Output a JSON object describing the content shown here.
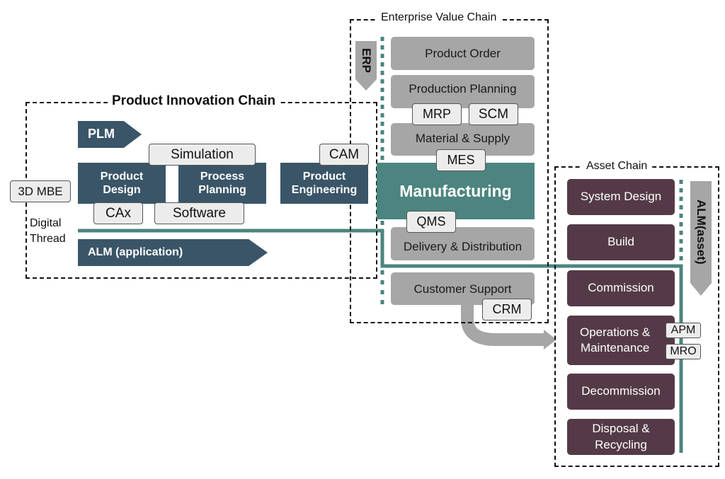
{
  "colors": {
    "navy": "#3a5568",
    "teal": "#4c847f",
    "gray": "#a6a6a6",
    "plum": "#543a47",
    "tag": "#ececec"
  },
  "product_innovation_chain": {
    "title": "Product Innovation Chain",
    "plm_label": "PLM",
    "alm_application_label": "ALM (application)",
    "boxes": {
      "product_design": "Product\nDesign",
      "process_planning": "Process\nPlanning",
      "product_engineering": "Product\nEngineering"
    },
    "tags": {
      "simulation": "Simulation",
      "cam": "CAM",
      "cax": "CAx",
      "software": "Software",
      "mbe": "3D MBE"
    },
    "digital_thread_label": "Digital\nThread"
  },
  "enterprise_value_chain": {
    "title": "Enterprise Value Chain",
    "erp_label": "ERP",
    "steps": [
      {
        "label": "Product Order"
      },
      {
        "label": "Production Planning"
      },
      {
        "label": "Material & Supply"
      },
      {
        "label": "Manufacturing"
      },
      {
        "label": "Delivery & Distribution"
      },
      {
        "label": "Customer Support"
      }
    ],
    "tags": {
      "mrp": "MRP",
      "scm": "SCM",
      "mes": "MES",
      "qms": "QMS",
      "crm": "CRM"
    }
  },
  "asset_chain": {
    "title": "Asset Chain",
    "alm_asset_label": "ALM(asset)",
    "steps": [
      {
        "label": "System Design"
      },
      {
        "label": "Build"
      },
      {
        "label": "Commission"
      },
      {
        "label": "Operations &\nMaintenance"
      },
      {
        "label": "Decommission"
      },
      {
        "label": "Disposal &\nRecycling"
      }
    ],
    "tags": {
      "apm": "APM",
      "mro": "MRO"
    }
  }
}
